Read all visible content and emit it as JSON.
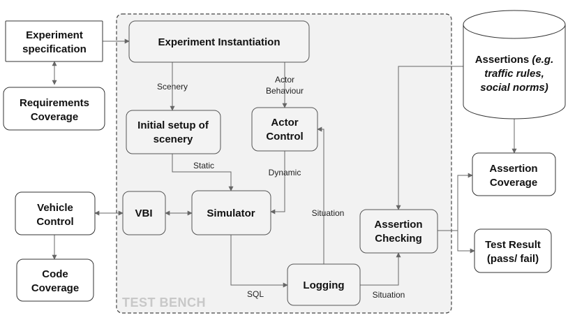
{
  "test_bench": {
    "title": "TEST BENCH"
  },
  "nodes": {
    "experiment_specification": {
      "lines": [
        "Experiment",
        "specification"
      ]
    },
    "requirements_coverage": {
      "lines": [
        "Requirements",
        "Coverage"
      ]
    },
    "experiment_instantiation": {
      "lines": [
        "Experiment Instantiation"
      ]
    },
    "initial_setup": {
      "lines": [
        "Initial setup of",
        "scenery"
      ]
    },
    "actor_control": {
      "lines": [
        "Actor",
        "Control"
      ]
    },
    "vehicle_control": {
      "lines": [
        "Vehicle",
        "Control"
      ]
    },
    "vbi": {
      "lines": [
        "VBI"
      ]
    },
    "simulator": {
      "lines": [
        "Simulator"
      ]
    },
    "code_coverage": {
      "lines": [
        "Code",
        "Coverage"
      ]
    },
    "logging": {
      "lines": [
        "Logging"
      ]
    },
    "assertion_checking": {
      "lines": [
        "Assertion",
        "Checking"
      ]
    },
    "assertions": {
      "line1": "Assertions ",
      "line1_italic": "(e.g.",
      "line2": "traffic rules,",
      "line3": "social norms)"
    },
    "assertion_coverage": {
      "lines": [
        "Assertion",
        "Coverage"
      ]
    },
    "test_result": {
      "lines": [
        "Test Result",
        "(pass/ fail)"
      ]
    }
  },
  "edge_labels": {
    "scenery": "Scenery",
    "actor_behaviour": [
      "Actor",
      "Behaviour"
    ],
    "static": "Static",
    "dynamic": "Dynamic",
    "situation_up": "Situation",
    "sql": "SQL",
    "situation_right": "Situation"
  }
}
